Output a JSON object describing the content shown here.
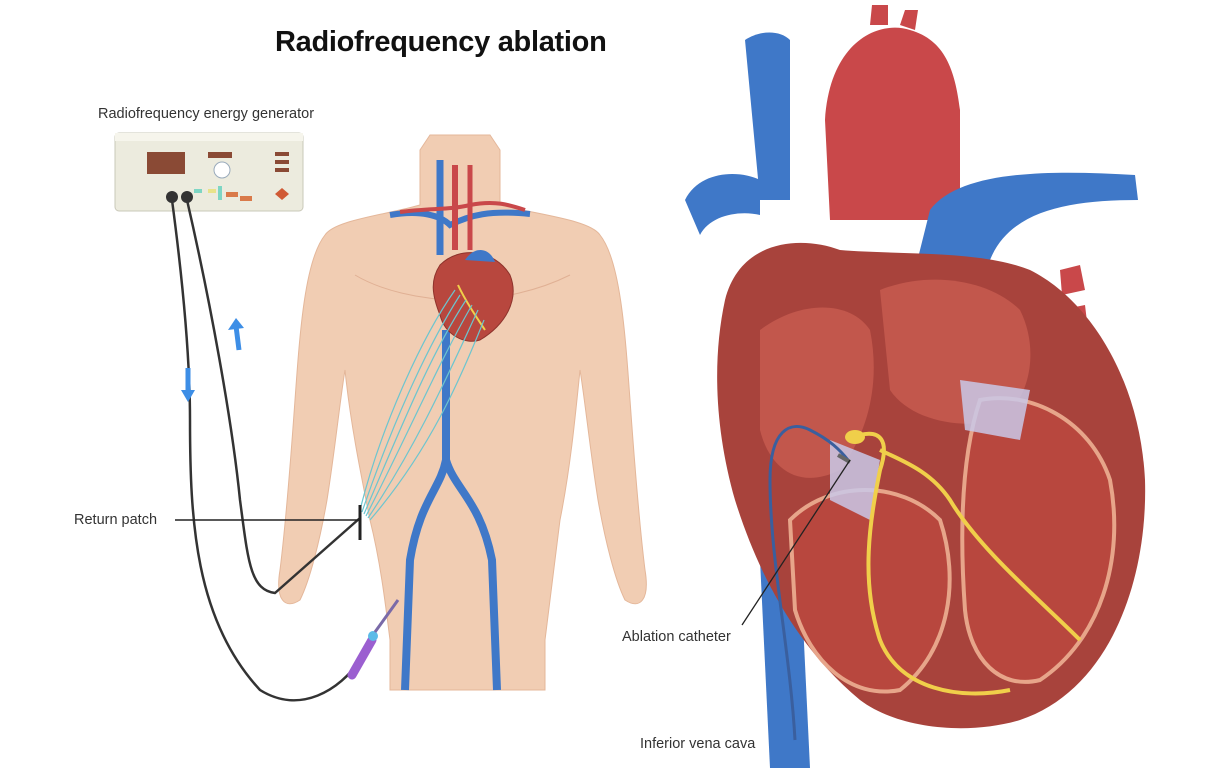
{
  "title": "Radiofrequency ablation",
  "labels": {
    "generator": "Radiofrequency energy generator",
    "return_patch": "Return patch",
    "ablation_catheter": "Ablation catheter",
    "ivc": "Inferior vena cava"
  },
  "colors": {
    "vein_blue": "#3f78c8",
    "artery_red": "#c9484a",
    "skin": "#f1cdb3",
    "heart_muscle": "#a8433c",
    "conduction_yellow": "#f0cf4a",
    "current_arrow": "#3d8ee6",
    "catheter_handle": "#9b5fd0",
    "wire": "#333333"
  },
  "arrows": [
    {
      "direction": "up",
      "meaning": "current-flow"
    },
    {
      "direction": "down",
      "meaning": "current-flow"
    }
  ]
}
